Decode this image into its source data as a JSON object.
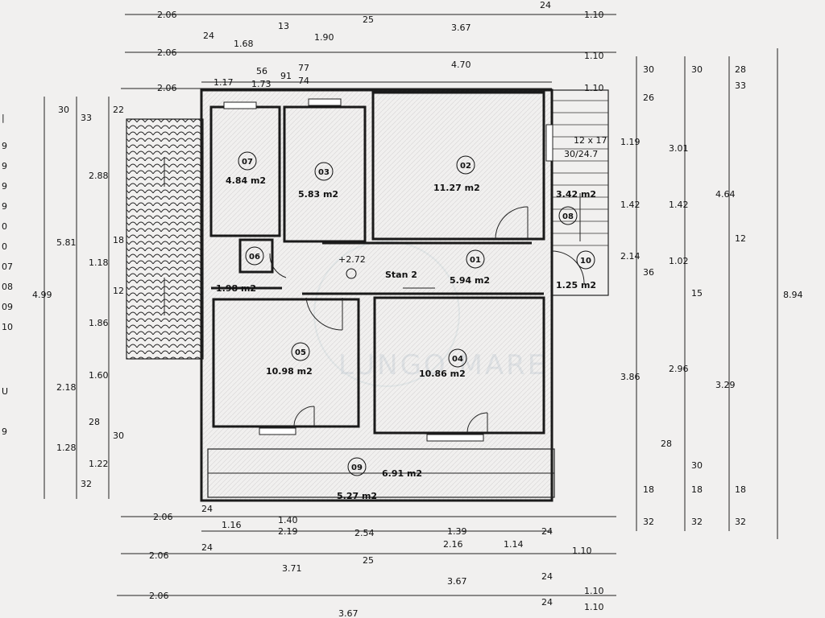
{
  "plan": {
    "floor_label": "Stan 2",
    "level_mark": "+2.72",
    "watermark": "LUNGO MARE",
    "rooms": [
      {
        "id": "01",
        "area": "5.94 m2"
      },
      {
        "id": "02",
        "area": "11.27 m2"
      },
      {
        "id": "03",
        "area": "5.83 m2"
      },
      {
        "id": "04",
        "area": "10.86 m2"
      },
      {
        "id": "05",
        "area": "10.98 m2"
      },
      {
        "id": "06",
        "area": "1.98 m2"
      },
      {
        "id": "07",
        "area": "4.84 m2"
      },
      {
        "id": "08",
        "area": "3.42 m2"
      },
      {
        "id": "09",
        "area_a": "6.91 m2",
        "area_b": "5.27 m2"
      },
      {
        "id": "10",
        "area": "1.25 m2"
      }
    ],
    "dims_top": {
      "row1": [
        "2.06",
        "3.67",
        "25",
        "24",
        "1.10"
      ],
      "row2": [
        "2.06",
        "24",
        "1.68",
        "13",
        "1.90",
        "1.10"
      ],
      "row3": [
        "2.06",
        "1.17",
        "1.73",
        "91",
        "56",
        "74",
        "77",
        "4.70",
        "1.10"
      ]
    },
    "dims_bottom": {
      "row1": [
        "2.06",
        "24",
        "1.16",
        "1.40",
        "2.19",
        "2.54",
        "1.39",
        "2.16",
        "1.14",
        "24",
        "1.10"
      ],
      "row2": [
        "2.06",
        "24",
        "3.71",
        "25",
        "3.67",
        "24",
        "1.10"
      ],
      "row3": [
        "2.06",
        "3.67",
        "24",
        "1.10"
      ]
    },
    "dims_right_a": [
      "30",
      "26",
      "1.19",
      "1.42",
      "2.14",
      "36",
      "3.86",
      "18",
      "32"
    ],
    "dims_right_b": [
      "30",
      "3.01",
      "1.42",
      "1.02",
      "15",
      "2.96",
      "28",
      "30",
      "18",
      "32"
    ],
    "dims_right_c": [
      "28",
      "33",
      "4.64",
      "12",
      "3.29",
      "18",
      "32"
    ],
    "dims_right_total": "8.94",
    "dims_left": [
      "30",
      "33",
      "22",
      "2.88",
      "5.81",
      "18",
      "1.18",
      "12",
      "1.86",
      "1.60",
      "2.18",
      "28",
      "30",
      "1.22",
      "1.28",
      "32",
      "4.99"
    ],
    "stair_labels": [
      "12 x 17",
      "30/24.7"
    ],
    "legend_fragments": [
      "|",
      "9",
      "9",
      "9",
      "9",
      "0",
      "0",
      "07",
      "08",
      "09",
      "10",
      "U",
      "9"
    ]
  }
}
